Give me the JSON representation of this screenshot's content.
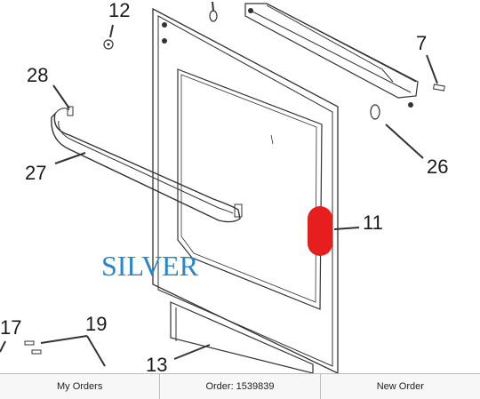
{
  "diagram": {
    "labels": {
      "p12": "12",
      "p7": "7",
      "p28": "28",
      "p27": "27",
      "p26": "26",
      "p11": "11",
      "p17": "17",
      "p19": "19",
      "p13": "13"
    },
    "overlay_text": "SILVER",
    "overlay_color": "#2a85c9",
    "highlight_color": "#e61e1e"
  },
  "bottom_bar": {
    "my_orders": "My Orders",
    "order_number": "Order: 1539839",
    "new_order": "New Order"
  }
}
